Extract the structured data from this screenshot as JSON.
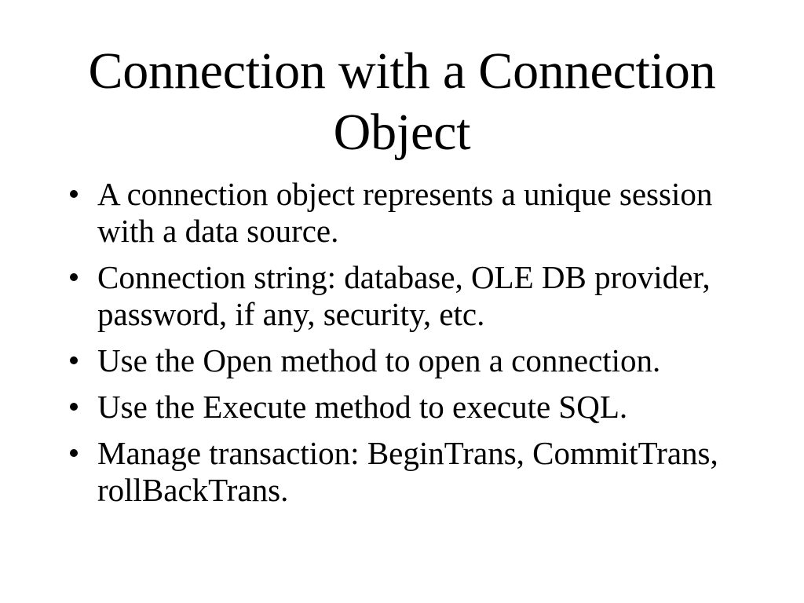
{
  "slide": {
    "title": "Connection with a Connection Object",
    "background_color": "#ffffff",
    "text_color": "#000000",
    "bullet_glyph": "bullet-dot",
    "bullets": [
      {
        "text": "A connection object represents a unique session with a data source."
      },
      {
        "text": "Connection string: database, OLE DB provider, password, if any, security, etc."
      },
      {
        "text": "Use the Open method to open a connection."
      },
      {
        "text": "Use the Execute method to execute SQL."
      },
      {
        "text": "Manage transaction: BeginTrans, CommitTrans, rollBackTrans."
      }
    ]
  }
}
